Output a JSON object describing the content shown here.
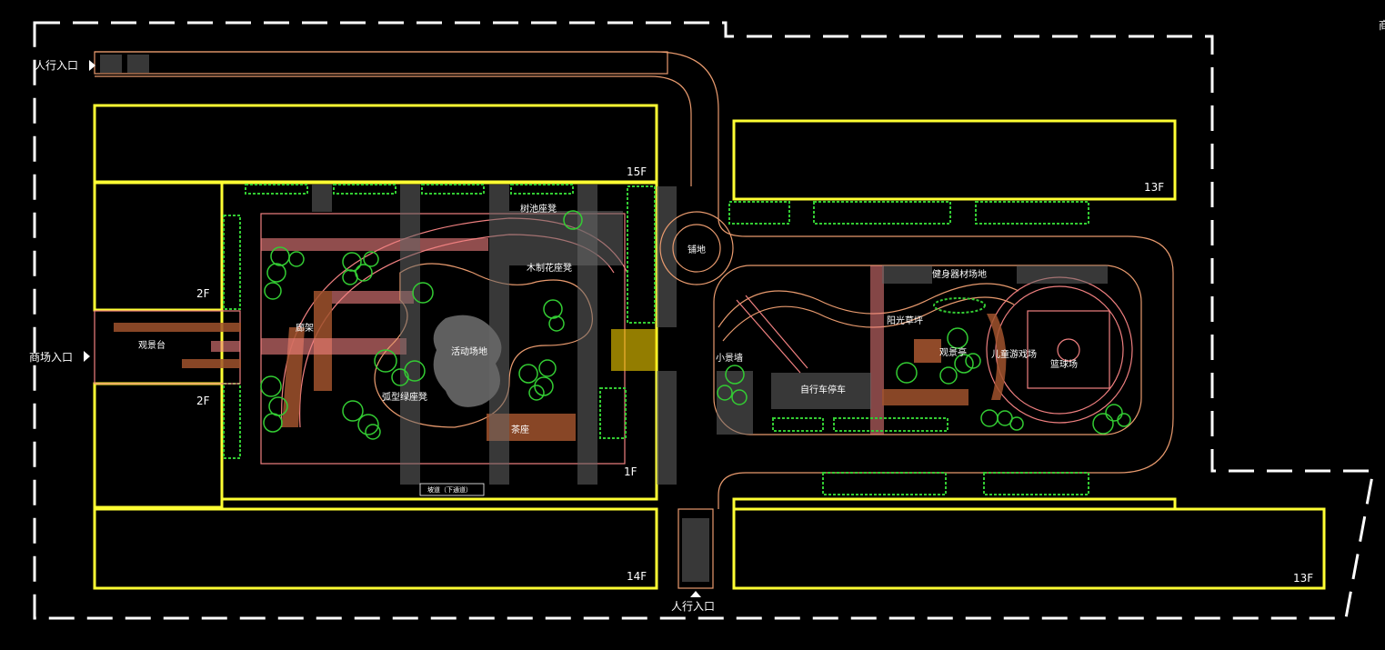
{
  "entrances": {
    "pedestrian_top": "人行入口",
    "mall": "商场入口",
    "pedestrian_bottom": "人行入口"
  },
  "floors": {
    "top_left": "15F",
    "top_right": "13F",
    "mid_upper": "2F",
    "mid_lower": "2F",
    "courtyard": "1F",
    "bottom_left": "14F",
    "bottom_right": "13F"
  },
  "left_garden": {
    "tree_bench": "树池座凳",
    "wood_bench": "木制花座凳",
    "pergola": "廊架",
    "viewing_deck": "观景台",
    "activity_area": "活动场地",
    "arc_seat": "弧型绿座凳",
    "tea_seat": "茶座",
    "ramp": "坡道（下通道）"
  },
  "right_garden": {
    "paving": "铺地",
    "fitness": "健身器材场地",
    "sunny_lawn": "阳光草坪",
    "small_wall": "小景墙",
    "viewing_pavilion": "观景亭",
    "kids_play": "儿童游戏场",
    "basketball": "篮球场",
    "bike_parking": "自行车停车"
  },
  "edge_glyph": "商",
  "colors": {
    "building": "#ffff33",
    "site_boundary": "#ffffff",
    "path": "#e89a6e",
    "paving": "#f08080",
    "hedge": "#33cc33"
  }
}
